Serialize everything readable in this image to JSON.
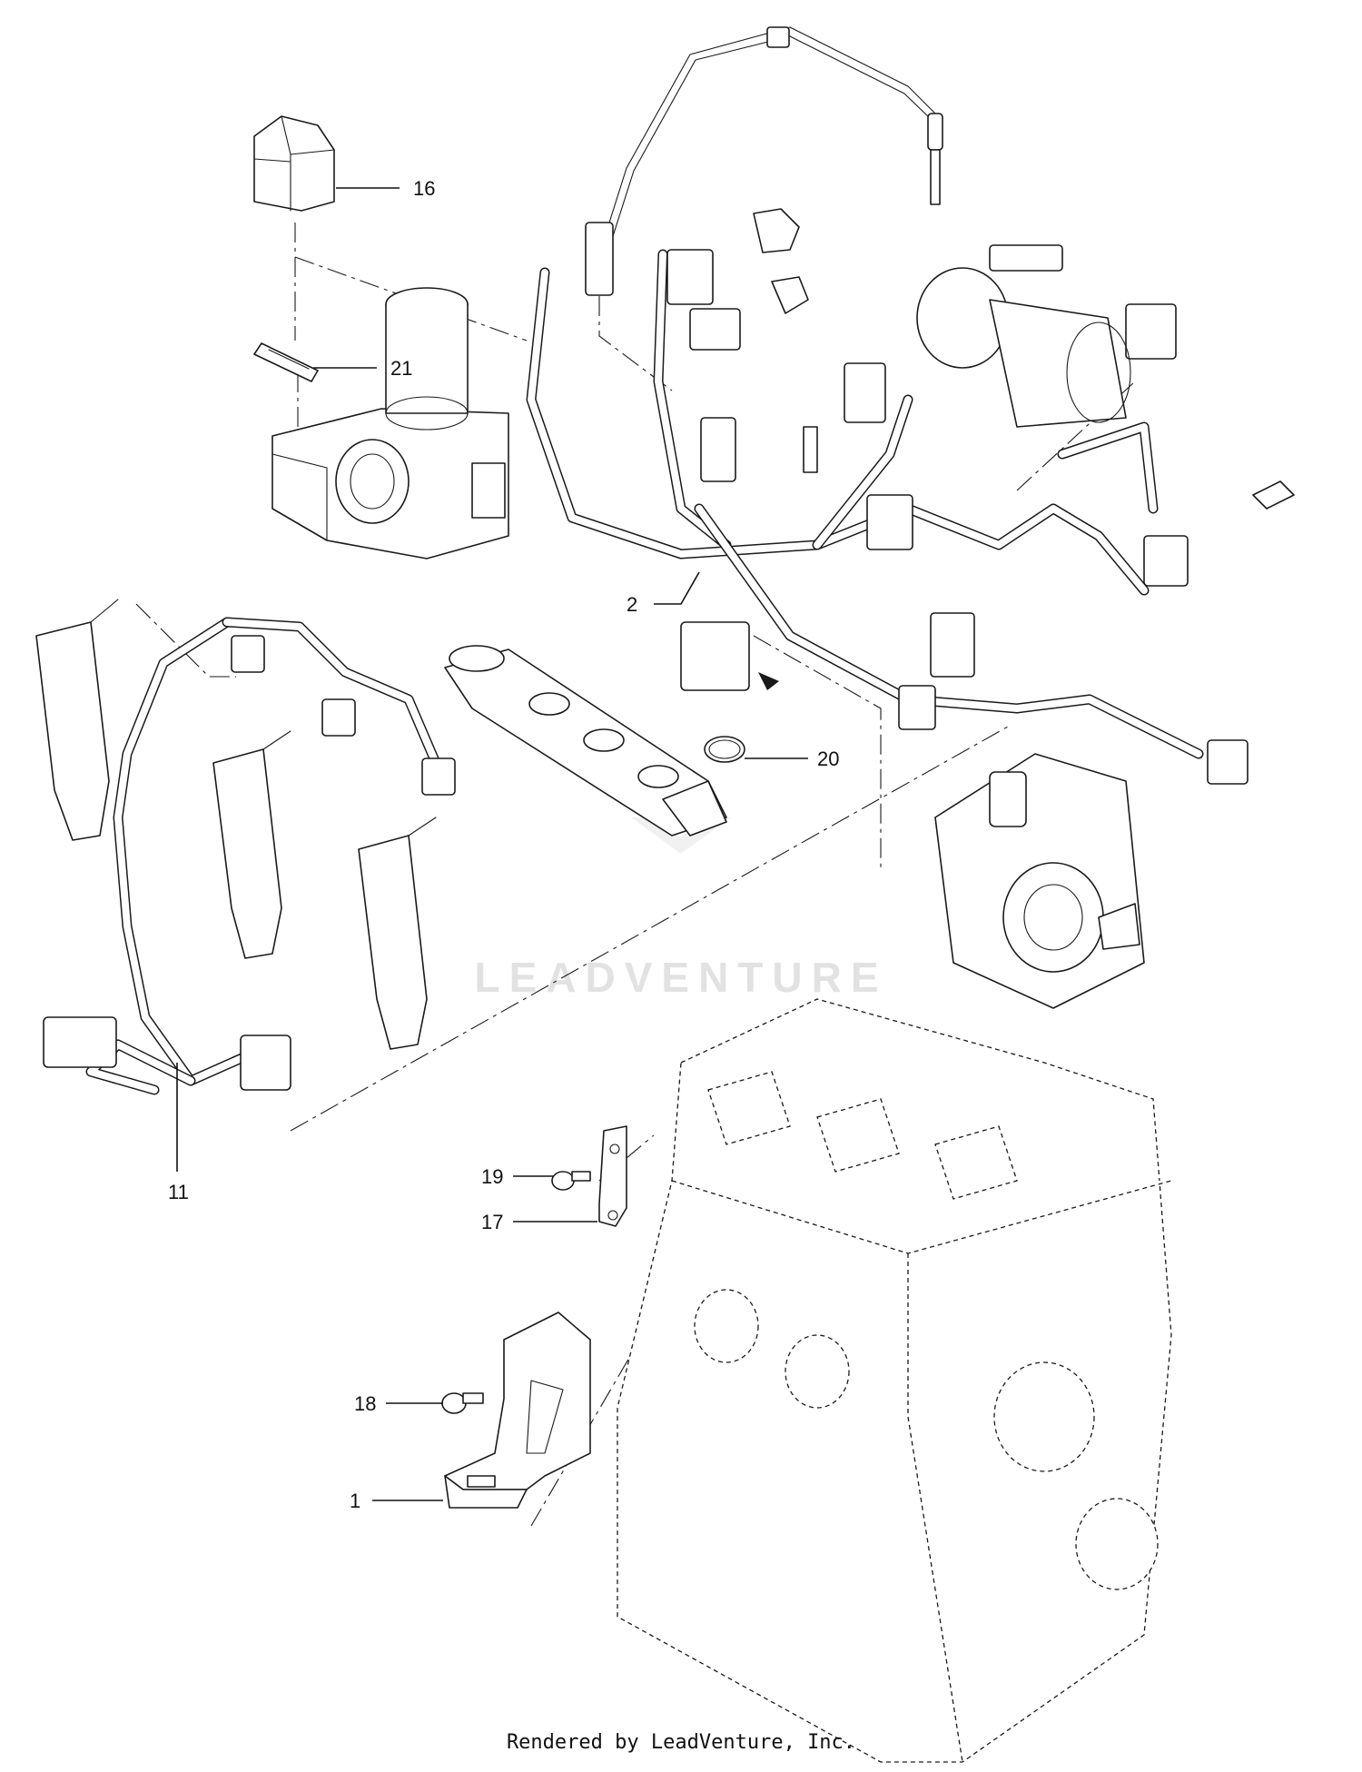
{
  "callouts": [
    {
      "id": "1",
      "label": "1"
    },
    {
      "id": "2",
      "label": "2"
    },
    {
      "id": "11",
      "label": "11"
    },
    {
      "id": "16",
      "label": "16"
    },
    {
      "id": "17",
      "label": "17"
    },
    {
      "id": "18",
      "label": "18"
    },
    {
      "id": "19",
      "label": "19"
    },
    {
      "id": "20",
      "label": "20"
    },
    {
      "id": "21",
      "label": "21"
    }
  ],
  "watermark": "LEADVENTURE",
  "footer": "Rendered by LeadVenture, Inc.",
  "colors": {
    "line": "#1a1a1a",
    "background": "#ffffff",
    "watermark": "#e2e2e2"
  }
}
